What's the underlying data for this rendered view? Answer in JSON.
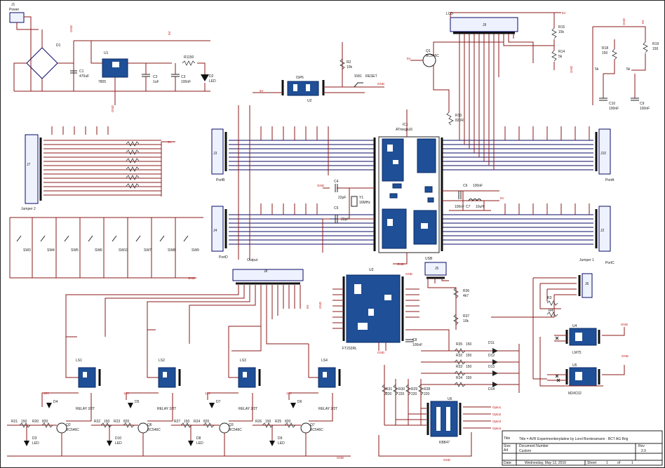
{
  "schematic": {
    "components": {
      "power": {
        "ref": "J1",
        "label": "Power"
      },
      "bridge": {
        "ref": "D1"
      },
      "regulator": {
        "ref": "U1",
        "value": "7805"
      },
      "c1": {
        "ref": "C1",
        "value": "470uF"
      },
      "c2": {
        "ref": "C2",
        "value": "1uF"
      },
      "c3": {
        "ref": "C3",
        "value": "100nF"
      },
      "r1": {
        "ref": "R1",
        "value": "150"
      },
      "d2": {
        "ref": "D2",
        "value": "LED"
      },
      "isp": {
        "ref": "U2",
        "value": "ISP6"
      },
      "r2": {
        "ref": "R2",
        "value": "10k"
      },
      "sw1": {
        "ref": "SW1",
        "value": "RESET"
      },
      "mcu": {
        "ref": "IC1",
        "value": "ATmega16"
      },
      "lcd": {
        "ref": "LCD",
        "value": "J9"
      },
      "q1": {
        "ref": "Q1",
        "value": "BC546C"
      },
      "r13": {
        "ref": "R13",
        "value": "820R"
      },
      "r15": {
        "ref": "R15",
        "value": "15k"
      },
      "r14": {
        "ref": "R14",
        "value": "5k"
      },
      "r18": {
        "ref": "R18",
        "value": "150"
      },
      "r19": {
        "ref": "R19",
        "value": "150"
      },
      "c10": {
        "ref": "C10",
        "value": "100nF"
      },
      "c9": {
        "ref": "C9",
        "value": "100nF"
      },
      "pot_a": {
        "value": "5k"
      },
      "pot_b": {
        "value": "5k"
      },
      "jumper2": {
        "ref": "J7",
        "label": "Jumper 2"
      },
      "j3": {
        "ref": "J3",
        "label": "PortB"
      },
      "j4": {
        "ref": "J4",
        "label": "PortD"
      },
      "j10": {
        "ref": "J10",
        "label": "PortA"
      },
      "j2": {
        "ref": "J2",
        "label": "PortC"
      },
      "c4": {
        "ref": "C4",
        "value": "22pF"
      },
      "c5": {
        "ref": "C5",
        "value": "22pF"
      },
      "xtal": {
        "ref": "Y1",
        "value": "16MHz"
      },
      "c6": {
        "ref": "C6",
        "value": "100nF"
      },
      "c7": {
        "ref": "C7",
        "value": "100nF"
      },
      "l1": {
        "value": "10uH"
      },
      "output": {
        "ref": "J8",
        "label": "Output"
      },
      "usb": {
        "ref": "J5",
        "label": "USB"
      },
      "ftdi": {
        "ref": "U3",
        "value": "FT232RL"
      },
      "c8": {
        "ref": "C8",
        "value": "100nF"
      },
      "r36": {
        "ref": "R36",
        "value": "4k7"
      },
      "r37": {
        "ref": "R37",
        "value": "10k"
      },
      "jumper1": {
        "ref": "J6",
        "label": "Jumper 1"
      },
      "r3": {
        "ref": "R3"
      },
      "r4": {
        "ref": "R4"
      },
      "lm75": {
        "ref": "U4",
        "value": "LM75"
      },
      "eeprom": {
        "ref": "U5",
        "value": "M24C02"
      },
      "opto": {
        "ref": "U6",
        "value": "KB847"
      },
      "r31": {
        "ref": "R31",
        "value": "220"
      },
      "r30": {
        "ref": "R30",
        "value": "220"
      },
      "r29": {
        "ref": "R29",
        "value": "220"
      },
      "r28": {
        "ref": "R28",
        "value": "220"
      }
    },
    "switches": [
      "SW3",
      "SW4",
      "SW5",
      "SW6",
      "SW10",
      "SW7",
      "SW8",
      "SW9"
    ],
    "relays": [
      {
        "ls": "LS1",
        "label": "RELAY 2/2T",
        "diode": "D4",
        "q": "Q2",
        "qtype": "BC546C",
        "r_a": "R21",
        "r_a_val": "150",
        "r_b": "R20",
        "r_b_val": "820",
        "led": "D3",
        "led_val": "LED"
      },
      {
        "ls": "LS2",
        "label": "RELAY 2/2T",
        "diode": "D5",
        "q": "Q6",
        "qtype": "BC546C",
        "r_a": "R22",
        "r_a_val": "150",
        "r_b": "R23",
        "r_b_val": "820",
        "led": "D10",
        "led_val": "LED"
      },
      {
        "ls": "LS3",
        "label": "RELAY 2/2T",
        "diode": "D7",
        "q": "Q3",
        "qtype": "BC546C",
        "r_a": "R27",
        "r_a_val": "150",
        "r_b": "R24",
        "r_b_val": "820",
        "led": "D8",
        "led_val": "LED"
      },
      {
        "ls": "LS4",
        "label": "RELAY 2/2T",
        "diode": "D6",
        "q": "Q7",
        "qtype": "BC546C",
        "r_a": "R26",
        "r_a_val": "150",
        "r_b": "R25",
        "r_b_val": "820",
        "led": "D9",
        "led_val": "LED"
      }
    ],
    "status_leds": [
      {
        "r": "R35",
        "r_val": "150",
        "d": "D11"
      },
      {
        "r": "R32",
        "r_val": "150",
        "d": "D12"
      },
      {
        "r": "R33",
        "r_val": "150",
        "d": "D13"
      },
      {
        "r": "R34",
        "r_val": "150",
        "d": "D14"
      }
    ],
    "nets": {
      "vcc": "5V",
      "gnd": "GND",
      "v12": "12V",
      "opto_lines": [
        "Opto1",
        "Opto2",
        "Opto3",
        "Opto4"
      ]
    }
  },
  "title_block": {
    "size_label": "Size",
    "size": "A4",
    "title": "Title = AVR Experimentierplatine by Lorel Borderamann · BCT AG Brig",
    "docnum_label": "Document Number",
    "docnum": "Custom",
    "rev_label": "Rev",
    "rev": "2.0",
    "date_label": "Date:",
    "date": "Wednesday, May 12, 2010",
    "sheet_label": "Sheet",
    "sheet": "1",
    "of_label": "of",
    "of": "1"
  }
}
